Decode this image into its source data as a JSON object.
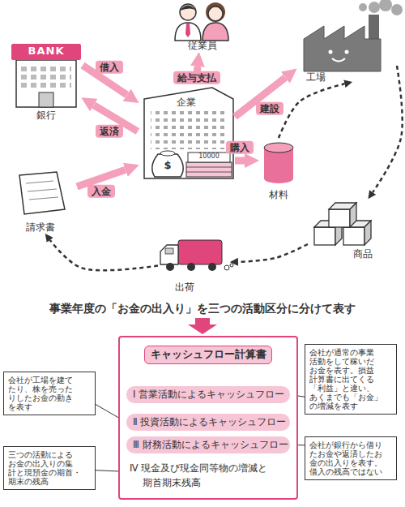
{
  "diagram": {
    "nodes": [
      {
        "text": [
          "従業員"
        ]
      },
      {
        "text": [
          "BANK",
          "銀行"
        ]
      },
      {
        "text": [
          "工場"
        ]
      },
      {
        "text": [
          "企業",
          "$",
          "10000"
        ]
      },
      {
        "text": [
          "材料"
        ]
      },
      {
        "text": [
          "請求書"
        ]
      },
      {
        "text": [
          "商品"
        ]
      },
      {
        "text": [
          "出荷"
        ]
      },
      {
        "text": [
          "キャッシュフロー計算書"
        ]
      },
      {
        "text": [
          "Ⅰ 営業活動によるキャッシュフロー"
        ],
        "in": 8
      },
      {
        "text": [
          "Ⅱ 投資活動によるキャッシュフロー"
        ],
        "in": 8
      },
      {
        "text": [
          "Ⅲ 財務活動によるキャッシュフロー"
        ],
        "in": 8
      },
      {
        "text": [
          "Ⅳ 現金及び現金同等物の増減と 期首期末残高"
        ],
        "in": 8
      },
      {
        "text": [
          "会社が通常の事業 活動をして稼いだ お金を表す。損益 計算書に出てくる 「利益」と違い、 あくまでも「お金」 の増減を表す"
        ]
      },
      {
        "text": [
          "会社が工場を建て たり、株を売った りしたお金の動き を表す"
        ]
      },
      {
        "text": [
          "会社が銀行から借り たお金や返済したお 金の出入りを表す。 借入の残高ではない"
        ]
      },
      {
        "text": [
          "三つの活動による お金の出入りの集 計と現預金の期首・ 期末の残高"
        ]
      }
    ],
    "edges": [
      {
        "from": 1,
        "to": 3,
        "label": "借入",
        "arrow": "to"
      },
      {
        "from": 3,
        "to": 1,
        "label": "返済",
        "arrow": "to"
      },
      {
        "from": 3,
        "to": 0,
        "label": "給与支払",
        "arrow": "to"
      },
      {
        "from": 3,
        "to": 2,
        "label": "建設",
        "arrow": "to"
      },
      {
        "from": 3,
        "to": 4,
        "label": "購入",
        "arrow": "to"
      },
      {
        "from": 5,
        "to": 3,
        "label": "入金",
        "arrow": "to"
      },
      {
        "from": 4,
        "to": 2,
        "arrow": "to"
      },
      {
        "from": 2,
        "to": 6,
        "arrow": "to"
      },
      {
        "from": 6,
        "to": 7,
        "arrow": "to"
      },
      {
        "from": 7,
        "to": 5,
        "arrow": "to"
      },
      {
        "from": 13,
        "to": 9,
        "arrow": "none"
      },
      {
        "from": 14,
        "to": 10,
        "arrow": "none"
      },
      {
        "from": 15,
        "to": 11,
        "arrow": "none"
      },
      {
        "from": 16,
        "to": 12,
        "arrow": "none"
      }
    ],
    "labels": [
      "事業年度の「お金の出入り」を三つの活動区分に分けて表す"
    ]
  }
}
